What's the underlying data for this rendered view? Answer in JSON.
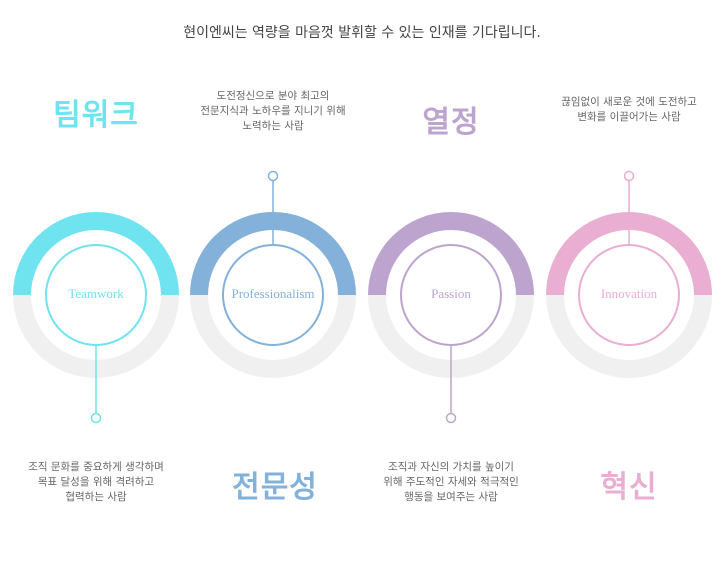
{
  "headline": "현이엔씨는 역량을 마음껏 발휘할 수 있는 인재를 기다립니다.",
  "values": [
    {
      "title": "팀워크",
      "label": "Teamwork",
      "desc": [
        "조직 문화를 중요하게 생각하며",
        "목표 달성을 위해 격려하고",
        "협력하는 사람"
      ],
      "color": "#6fe3f0"
    },
    {
      "title": "전문성",
      "label": "Professionalism",
      "desc": [
        "도전정신으로 분야 최고의",
        "전문지식과 노하우를 지니기 위해",
        "노력하는 사람"
      ],
      "color": "#83b1d9"
    },
    {
      "title": "열정",
      "label": "Passion",
      "desc": [
        "조직과 자신의 가치를 높이기",
        "위해 주도적인 자세와 적극적인",
        "행동을 보여주는 사람"
      ],
      "color": "#bca4cf"
    },
    {
      "title": "혁신",
      "label": "Innovation",
      "desc": [
        "끊임없이 새로운 것에 도전하고",
        "변화를 이끌어가는 사람"
      ],
      "color": "#e9aed1"
    }
  ]
}
